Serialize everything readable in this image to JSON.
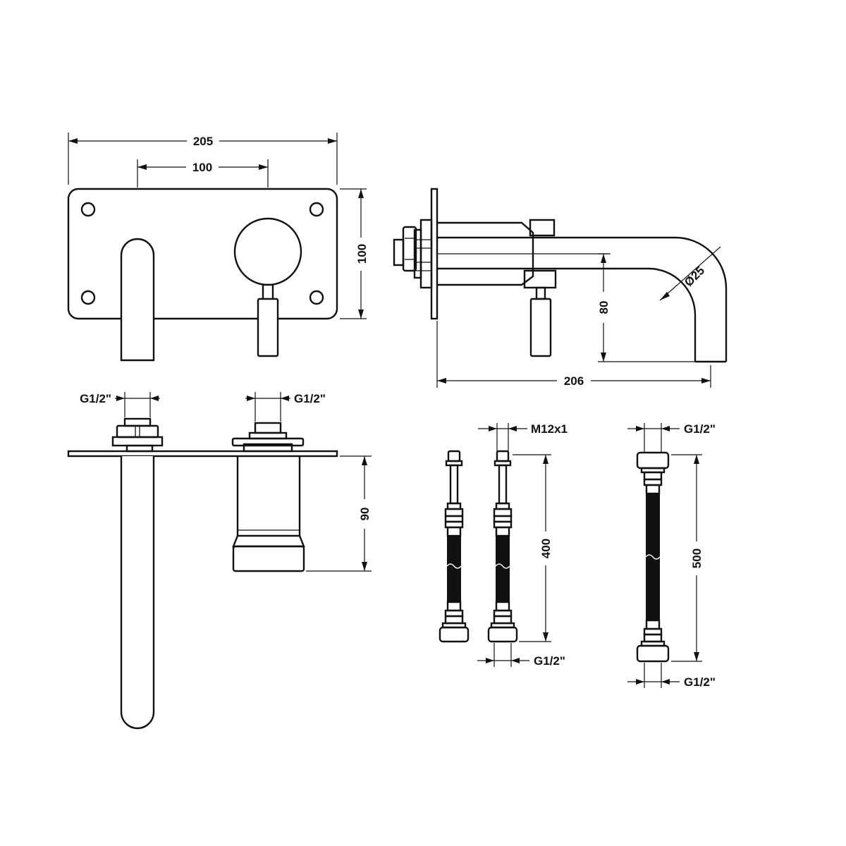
{
  "colors": {
    "line": "#111111",
    "background": "#ffffff"
  },
  "dimensions": {
    "plate_width": "205",
    "handle_spacing": "100",
    "plate_height": "100",
    "spout_diameter": "Ø25",
    "spout_drop": "80",
    "spout_projection": "206",
    "body_depth": "90",
    "hose_short_length": "400",
    "hose_long_length": "500"
  },
  "threads": {
    "top_left_inlet": "G1/2\"",
    "top_right_inlet": "G1/2\"",
    "short_hose_top": "M12x1",
    "short_hose_bottom": "G1/2\"",
    "long_hose_top": "G1/2\"",
    "long_hose_bottom": "G1/2\""
  }
}
